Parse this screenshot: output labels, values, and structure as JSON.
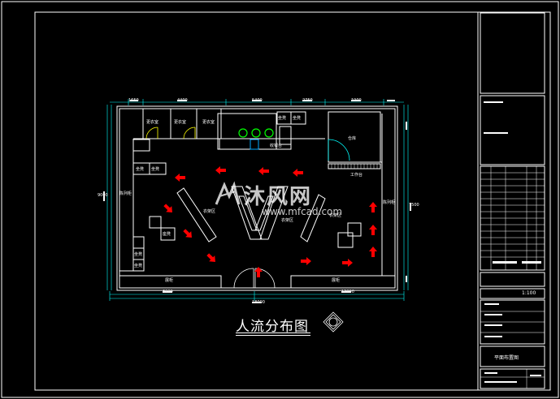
{
  "diagram": {
    "caption": "人流分布图",
    "scale": "1:100",
    "plan_name": "平面布置图",
    "watermark_cn": "沐风网",
    "watermark_en": "www.mfcad.com",
    "rooms": {
      "fitting_room_1": "更衣室",
      "fitting_room_2": "更衣室",
      "fitting_room_3": "更衣室",
      "storage": "仓库",
      "workbench": "工作台",
      "cashier": "收银台",
      "display_left": "展柜",
      "display_right": "展柜",
      "wall_display_left": "陈列柜",
      "wall_display_right": "陈列柜",
      "center_rack_1": "衣架区",
      "center_rack_2": "衣架区",
      "center_rack_3": "衣架区",
      "shelf_1": "坐凳",
      "shelf_2": "坐凳",
      "shelf_3": "坐凳",
      "shelf_4": "坐凳",
      "shelf_5": "坐凳",
      "shelf_6": "坐凳",
      "stool": "座凳"
    },
    "dims_top": [
      "1650",
      "4400",
      "5400",
      "2750",
      "1900"
    ],
    "dims_bottom": [
      "8000",
      "12000"
    ],
    "dim_total": "18000",
    "dim_left": "9000",
    "dim_right": "7500",
    "colors": {
      "background": "#000000",
      "frame": "#ffffff",
      "walls": "#ffffff",
      "dimensions": "#00ffff",
      "arrows": "#ff0000",
      "doors": "#ffff00",
      "accent": "#00ff00"
    }
  }
}
